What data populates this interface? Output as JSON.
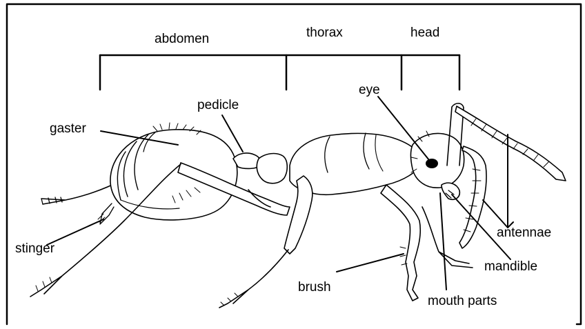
{
  "diagram": {
    "sections": {
      "abdomen": "abdomen",
      "thorax": "thorax",
      "head": "head"
    },
    "labels": {
      "pedicle": "pedicle",
      "gaster": "gaster",
      "eye": "eye",
      "stinger": "stinger",
      "antennae": "antennae",
      "mandible": "mandible",
      "brush": "brush",
      "mouth_parts": "mouth parts"
    },
    "colors": {
      "ink": "#000000",
      "background": "#ffffff"
    }
  }
}
